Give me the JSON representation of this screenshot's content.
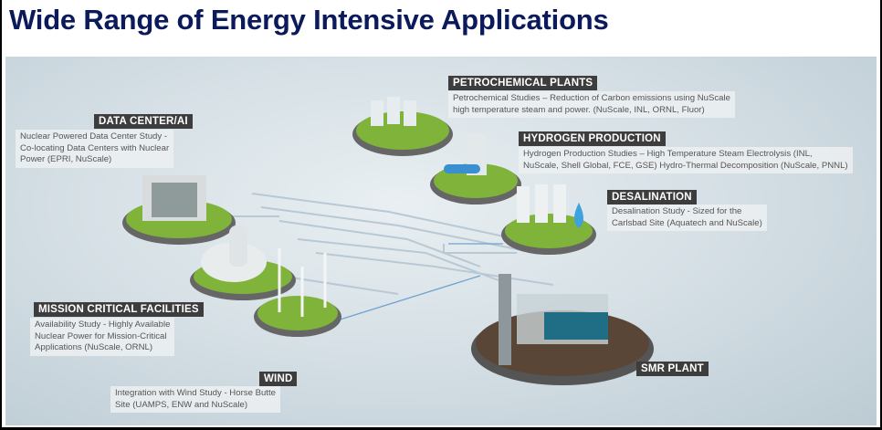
{
  "title": "Wide Range of Energy Intensive Applications",
  "sections": {
    "data_center": {
      "label": "DATA CENTER/AI",
      "lines": [
        "Nuclear Powered Data Center Study -",
        "Co-locating Data Centers with Nuclear",
        "Power (EPRI, NuScale)"
      ]
    },
    "petrochemical": {
      "label": "PETROCHEMICAL PLANTS",
      "lines": [
        "Petrochemical Studies – Reduction of Carbon emissions using NuScale",
        "high temperature steam and power. (NuScale, INL, ORNL, Fluor)"
      ]
    },
    "hydrogen": {
      "label": "HYDROGEN PRODUCTION",
      "lines": [
        "Hydrogen Production Studies – High Temperature Steam Electrolysis (INL,",
        "NuScale, Shell Global, FCE, GSE) Hydro-Thermal Decomposition (NuScale, PNNL)"
      ]
    },
    "desalination": {
      "label": "DESALINATION",
      "lines": [
        "Desalination Study - Sized for the",
        "Carlsbad Site (Aquatech and NuScale)"
      ]
    },
    "mission_critical": {
      "label": "MISSION CRITICAL FACILITIES",
      "lines": [
        "Availability Study - Highly Available",
        "Nuclear Power for Mission-Critical",
        "Applications (NuScale, ORNL)"
      ]
    },
    "wind": {
      "label": "WIND",
      "lines": [
        "Integration with Wind Study - Horse Butte",
        "Site (UAMPS, ENW and NuScale)"
      ]
    },
    "smr": {
      "label": "SMR PLANT"
    }
  }
}
